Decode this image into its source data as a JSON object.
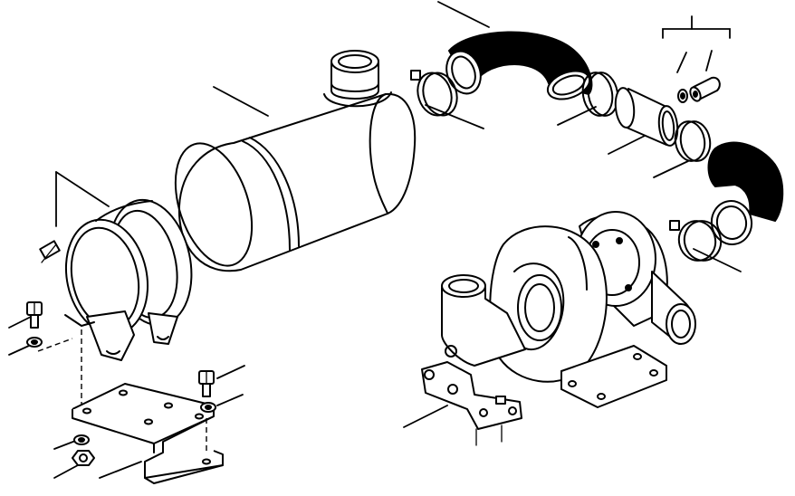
{
  "diagram": {
    "type": "exploded-parts-illustration",
    "parts": [
      "air-cleaner-body",
      "air-cleaner-inlet-neck",
      "mounting-band",
      "mounting-bracket-plate",
      "rubber-elbow-upper",
      "rubber-elbow-lower",
      "connector-tube",
      "hose-clamp",
      "turbocharger",
      "turbo-outlet-elbow",
      "turbo-support-bracket",
      "bolt",
      "lock-washer",
      "nut",
      "fitting"
    ],
    "leader_count": 18,
    "has_text_labels": false
  }
}
